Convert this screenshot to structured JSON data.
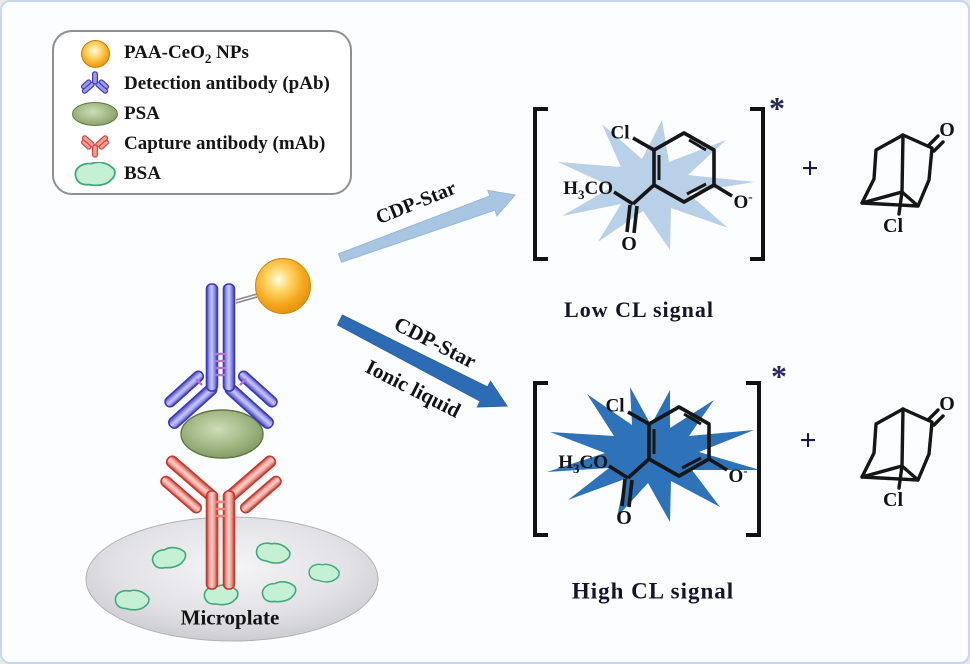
{
  "legend": {
    "items": [
      {
        "name": "paa-ceo2-nps",
        "label_main": "PAA-CeO",
        "label_sub": "2",
        "label_suffix": " NPs"
      },
      {
        "name": "detection-antibody",
        "label": "Detection antibody (pAb)"
      },
      {
        "name": "psa",
        "label": "PSA"
      },
      {
        "name": "capture-antibody",
        "label": "Capture antibody (mAb)"
      },
      {
        "name": "bsa",
        "label": "BSA"
      }
    ]
  },
  "assay": {
    "microplate_label": "Microplate"
  },
  "arrows": {
    "top": {
      "label": "CDP-Star"
    },
    "bottom": {
      "label1": "CDP-Star",
      "label2": "Ionic liquid"
    }
  },
  "low_reaction": {
    "signal": "Low CL signal",
    "asterisk": "*",
    "plus": "+"
  },
  "high_reaction": {
    "signal": "High CL signal",
    "asterisk": "*",
    "plus": "+"
  },
  "molecule": {
    "cl": "Cl",
    "h": "H",
    "three": "3",
    "co": "CO",
    "o": "O",
    "o_minus_base": "O",
    "o_minus_sup": "-"
  },
  "adamantanone": {
    "o": "O",
    "cl": "Cl"
  },
  "colors": {
    "low_starburst": "#b9d0e9",
    "high_starburst": "#2e72b9",
    "arrow_top": "#a8c5e2",
    "arrow_bottom": "#2d6cb5",
    "nanoparticle_orange": "#f2a118",
    "detection_antibody_blue": "#8f8fe6",
    "capture_antibody_red": "#f0968c",
    "psa_green": "#8aa56b",
    "bsa_green": "#c4f0d4",
    "microplate_gray": "#c6c6cc"
  }
}
